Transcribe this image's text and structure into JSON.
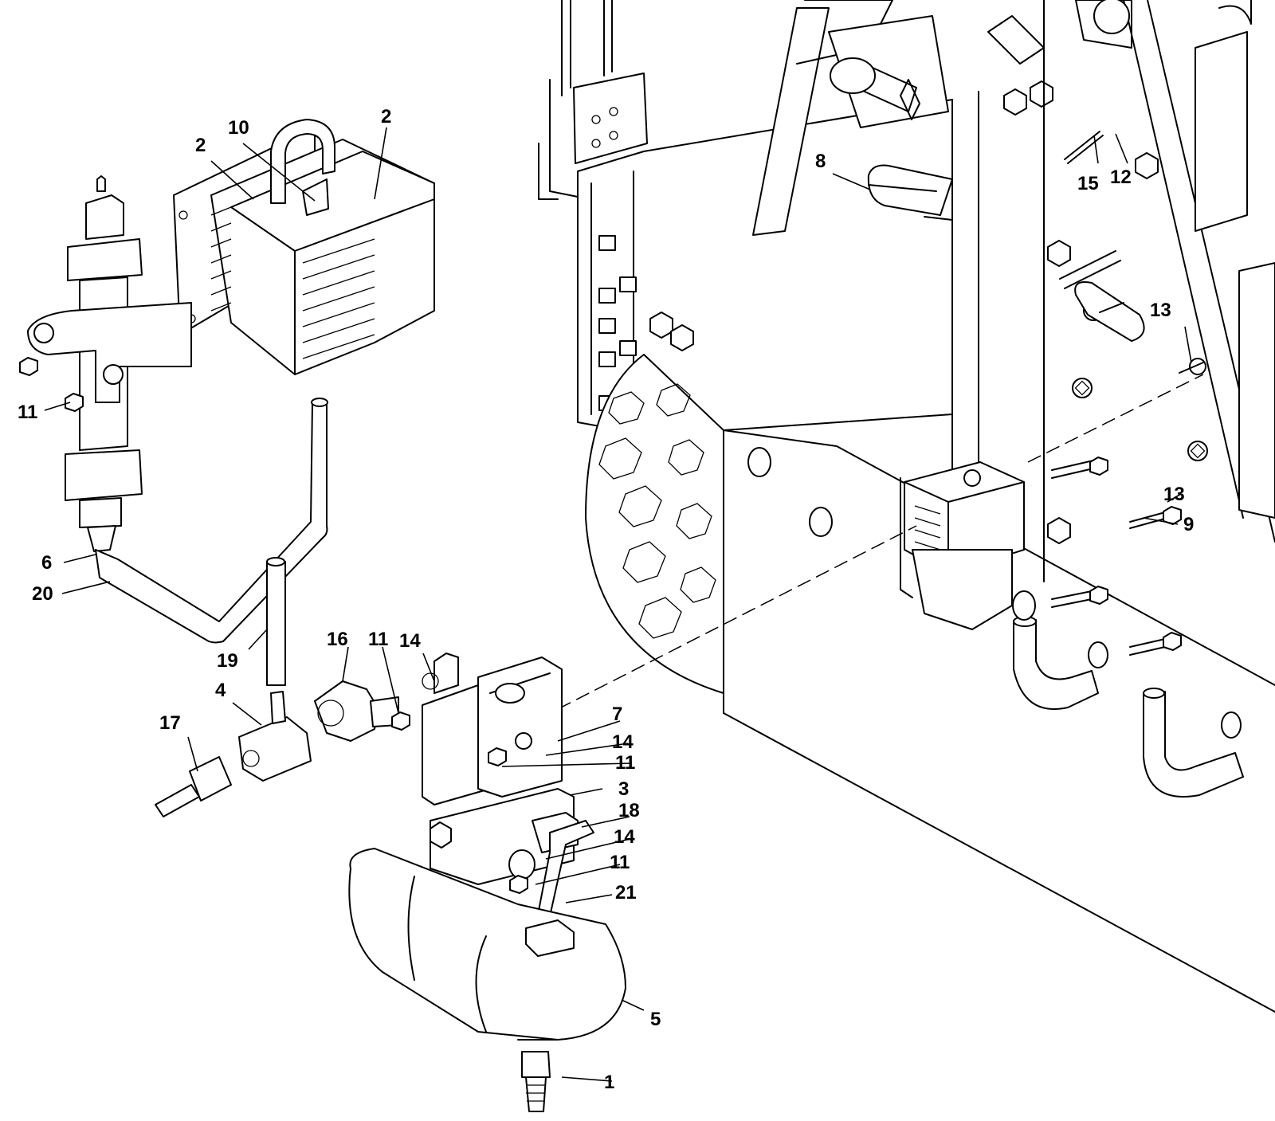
{
  "callouts": [
    {
      "id": "c1",
      "label": "1"
    },
    {
      "id": "c2a",
      "label": "2"
    },
    {
      "id": "c2b",
      "label": "2"
    },
    {
      "id": "c3",
      "label": "3"
    },
    {
      "id": "c4",
      "label": "4"
    },
    {
      "id": "c5",
      "label": "5"
    },
    {
      "id": "c6",
      "label": "6"
    },
    {
      "id": "c7",
      "label": "7"
    },
    {
      "id": "c8",
      "label": "8"
    },
    {
      "id": "c9",
      "label": "9"
    },
    {
      "id": "c10",
      "label": "10"
    },
    {
      "id": "c11a",
      "label": "11"
    },
    {
      "id": "c11b",
      "label": "11"
    },
    {
      "id": "c11c",
      "label": "11"
    },
    {
      "id": "c11d",
      "label": "11"
    },
    {
      "id": "c12",
      "label": "12"
    },
    {
      "id": "c13a",
      "label": "13"
    },
    {
      "id": "c13b",
      "label": "13"
    },
    {
      "id": "c14a",
      "label": "14"
    },
    {
      "id": "c14b",
      "label": "14"
    },
    {
      "id": "c14c",
      "label": "14"
    },
    {
      "id": "c15",
      "label": "15"
    },
    {
      "id": "c16",
      "label": "16"
    },
    {
      "id": "c17",
      "label": "17"
    },
    {
      "id": "c18",
      "label": "18"
    },
    {
      "id": "c19",
      "label": "19"
    },
    {
      "id": "c20",
      "label": "20"
    },
    {
      "id": "c21",
      "label": "21"
    }
  ]
}
